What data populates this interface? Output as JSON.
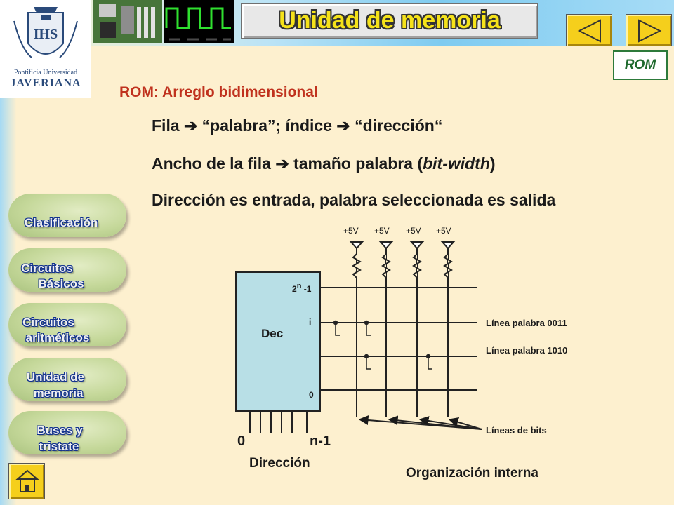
{
  "header": {
    "title": "Unidad de memoria",
    "section_badge": "ROM",
    "logo_text_1": "Pontificia Universidad",
    "logo_text_2": "JAVERIANA"
  },
  "content": {
    "heading": "ROM: Arreglo bidimensional",
    "bullets": [
      {
        "a": "Fila ",
        "b": " “palabra”; índice ",
        "c": " “dirección“"
      },
      {
        "a": "Ancho de la fila ",
        "b": " tamaño palabra (",
        "i": "bit-width",
        "c": ")"
      },
      {
        "a": "Dirección es entrada, palabra seleccionada es salida"
      }
    ],
    "arrow_glyph": "➔"
  },
  "circuit": {
    "supply_labels": [
      "+5V",
      "+5V",
      "+5V",
      "+5V"
    ],
    "decoder_label": "Dec",
    "row_top_base": "2",
    "row_top_exp": "n",
    "row_top_suffix": " -1",
    "row_i": "i",
    "row_zero": "0",
    "addr_start": "0",
    "addr_end": "n-1",
    "address_caption": "Dirección",
    "word_line_1": "Línea palabra 0011",
    "word_line_2": "Línea palabra 1010",
    "bit_lines": "Líneas de bits",
    "caption": "Organización interna"
  },
  "sidebar": {
    "items": [
      {
        "line1": "Clasificación",
        "line2": ""
      },
      {
        "line1": "Circuitos",
        "line2": "Básicos"
      },
      {
        "line1": "Circuitos",
        "line2": "aritméticos"
      },
      {
        "line1": "Unidad de",
        "line2": "memoria"
      },
      {
        "line1": "Buses y",
        "line2": "tristate"
      }
    ]
  },
  "colors": {
    "heading": "#c0321e",
    "title_fill": "#f5e21a",
    "nav_button": "#f5cf1c",
    "sidebar_label_outline": "#13338f",
    "badge_border": "#2d7a3a"
  },
  "icons": {
    "prev": "triangle-left-icon",
    "next": "triangle-right-icon",
    "home": "home-icon"
  }
}
